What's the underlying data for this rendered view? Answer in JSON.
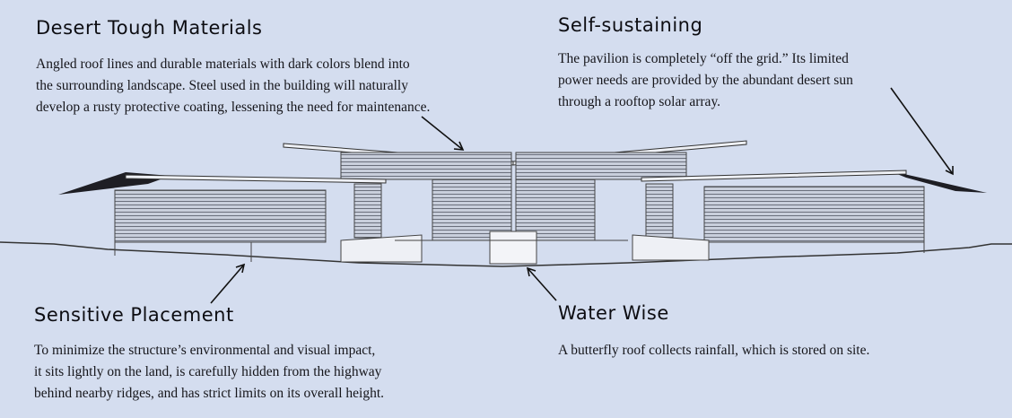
{
  "sections": {
    "desert_tough": {
      "heading": "Desert Tough Materials",
      "lines": [
        "Angled roof lines and durable materials with dark colors blend into",
        "the surrounding landscape. Steel used in the building will naturally",
        "develop a rusty protective coating, lessening the need for maintenance."
      ]
    },
    "self_sustaining": {
      "heading": "Self-sustaining",
      "lines": [
        "The pavilion is completely “off the grid.” Its limited",
        "power needs are provided by the abundant desert sun",
        "through a rooftop solar array."
      ]
    },
    "sensitive_placement": {
      "heading": "Sensitive Placement",
      "lines": [
        "To minimize the structure’s environmental and visual impact,",
        "it sits lightly on the land, is carefully hidden from the highway",
        "behind nearby ridges, and has strict limits on its overall height."
      ]
    },
    "water_wise": {
      "heading": "Water Wise",
      "lines": [
        "A butterfly roof collects rainfall, which is stored on site."
      ]
    }
  },
  "colors": {
    "background": "#d4ddef",
    "ink": "#15151a",
    "roof_dark": "#1e1e24"
  }
}
